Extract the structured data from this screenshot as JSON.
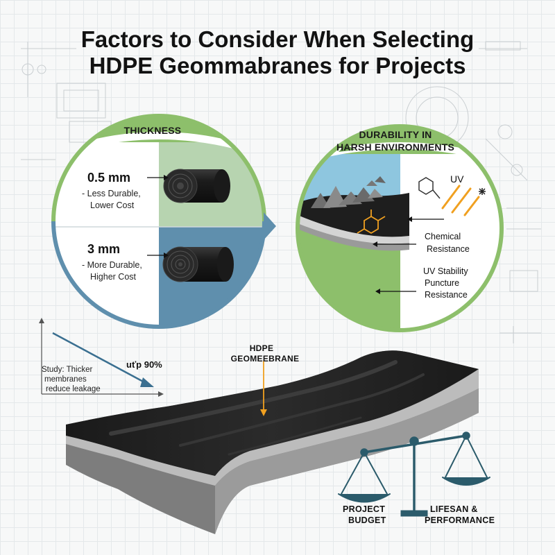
{
  "title": {
    "line1": "Factors to Consider When Selecting",
    "line2": "HDPE Geommabranes for Projects"
  },
  "thickness": {
    "heading": "THICKNESS",
    "option1": {
      "value": "0.5 mm",
      "desc_line1": "- Less Durable,",
      "desc_line2": "Lower Cost"
    },
    "option2": {
      "value": "3 mm",
      "desc_line1": "- More Durable,",
      "desc_line2": "Higher Cost"
    }
  },
  "durability": {
    "heading_line1": "DURABILITY IN",
    "heading_line2": "HARSH ENVIRONMENTS",
    "uv_label": "UV",
    "chemical_line1": "Chemical",
    "chemical_line2": "Resistance",
    "uv_stability": "UV Stability",
    "puncture_line1": "Puncture",
    "puncture_line2": "Resistance"
  },
  "study": {
    "line1": "Study: Thicker",
    "line2": "membranes",
    "line3": "reduce leakage",
    "reduction": "uťp 90%"
  },
  "membrane": {
    "label_line1": "HDPE",
    "label_line2": "GEOMEEBRANE"
  },
  "balance": {
    "left_line1": "PROJECT",
    "left_line2": "BUDGET",
    "right_line1": "LIFESAN &",
    "right_line2": "PERFORMANCE"
  },
  "colors": {
    "green": "#8dbf6b",
    "steel_blue": "#5f8fad",
    "teal_scale": "#2b5b6b",
    "orange": "#f0a020",
    "membrane_black": "#1f1f1f"
  }
}
